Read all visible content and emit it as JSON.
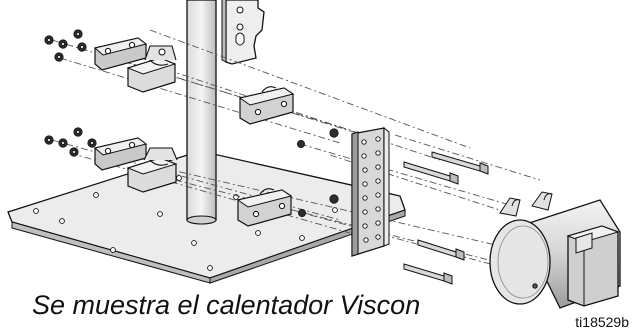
{
  "figure": {
    "caption": "Se muestra el calentador Viscon",
    "figure_id": "ti18529b"
  },
  "colors": {
    "line": "#111111",
    "part_fill": "#d6d6d6",
    "part_light": "#ededed",
    "part_dark": "#9a9a9a",
    "bolt_fill": "#cfcfcf",
    "nut_fill": "#444444"
  },
  "parts": [
    "vertical-mounting-pole",
    "bracket-plate",
    "base-plate",
    "mounting-plate",
    "pipe-clamp-halves",
    "clamp-straps",
    "nuts",
    "bolts",
    "viscon-heater"
  ]
}
